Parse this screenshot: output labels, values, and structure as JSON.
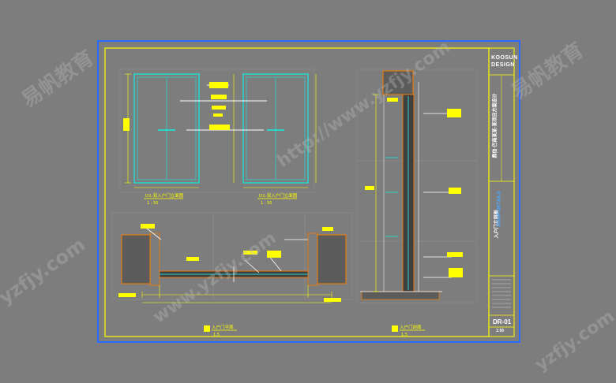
{
  "title_block": {
    "logo_line1": "KOOSUN",
    "logo_line2": "DESIGN",
    "project_vertical": "鼎信·巴南某某·某项目方案设计",
    "drawing_vertical_1": "入户门立面图",
    "drawing_vertical_2": "DOOR DETAILS",
    "sheet_no": "DR-01",
    "scale": "1:50"
  },
  "labels": {
    "elev_left_title": "D1-双入户门立面图",
    "elev_left_scale": "1 : 50",
    "elev_right_title": "D1-双入户门立面图",
    "elev_right_scale": "1 : 50",
    "plan_title": "入户门平面",
    "plan_scale": "1:5",
    "section_title": "入户门剖面",
    "section_scale": "1:5"
  },
  "watermarks": [
    "http://www.yzfjy.com",
    "yzfjy.com",
    "易帆教育",
    "www.yzfjy.com",
    "易帆教育",
    "yzfjy.com"
  ],
  "colors": {
    "background": "#7d7d7d",
    "frame_blue": "#2c6bff",
    "frame_yellow": "#ffff00",
    "door_cyan": "#29d3c8",
    "wall_orange": "#e07a10",
    "title_white": "#ffffff"
  }
}
